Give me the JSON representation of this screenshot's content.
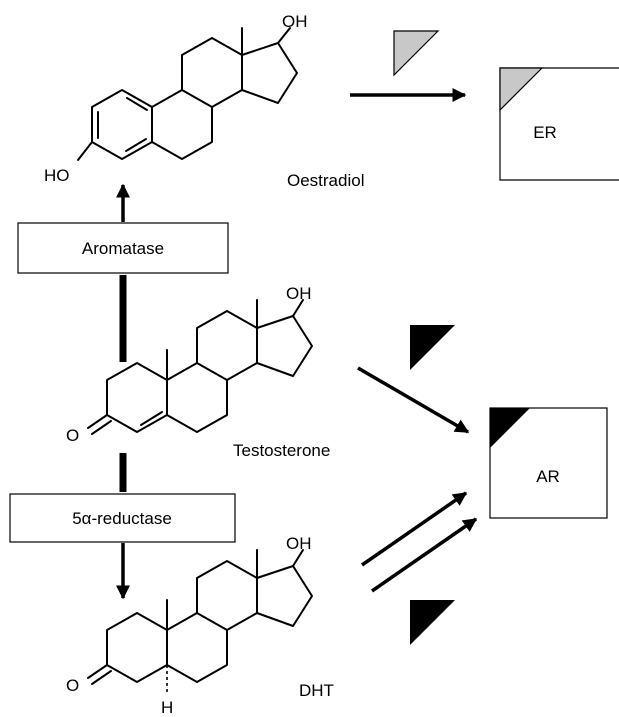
{
  "molecules": {
    "oestradiol": {
      "name": "Oestradiol",
      "oh_top": "OH",
      "oh_left": "HO"
    },
    "testosterone": {
      "name": "Testosterone",
      "oh_top": "OH",
      "ketone": "O"
    },
    "dht": {
      "name": "DHT",
      "oh_top": "OH",
      "ketone": "O",
      "hydrogen": "H"
    }
  },
  "enzymes": {
    "aromatase": "Aromatase",
    "reductase": "5α-reductase"
  },
  "receptors": {
    "er": "ER",
    "ar": "AR"
  },
  "colors": {
    "er_ligand": "#c8c8c8",
    "ar_ligand": "#000000",
    "stroke": "#000000"
  }
}
